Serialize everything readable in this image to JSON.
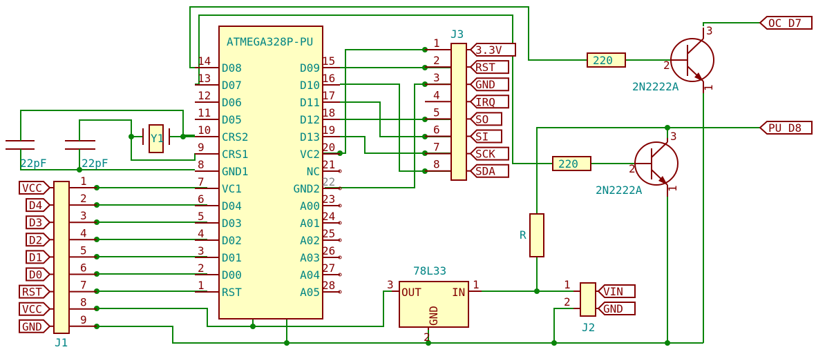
{
  "mcu": {
    "part": "ATMEGA328P-PU",
    "left_pins": [
      {
        "num": "14",
        "name": "D08"
      },
      {
        "num": "13",
        "name": "D07"
      },
      {
        "num": "12",
        "name": "D06"
      },
      {
        "num": "11",
        "name": "D05"
      },
      {
        "num": "10",
        "name": "CRS2"
      },
      {
        "num": "9",
        "name": "CRS1"
      },
      {
        "num": "8",
        "name": "GND1"
      },
      {
        "num": "7",
        "name": "VC1"
      },
      {
        "num": "6",
        "name": "D04"
      },
      {
        "num": "5",
        "name": "D03"
      },
      {
        "num": "4",
        "name": "D02"
      },
      {
        "num": "3",
        "name": "D01"
      },
      {
        "num": "2",
        "name": "D00"
      },
      {
        "num": "1",
        "name": "RST"
      }
    ],
    "right_pins": [
      {
        "num": "15",
        "name": "D09"
      },
      {
        "num": "16",
        "name": "D10"
      },
      {
        "num": "17",
        "name": "D11"
      },
      {
        "num": "18",
        "name": "D12"
      },
      {
        "num": "19",
        "name": "D13"
      },
      {
        "num": "20",
        "name": "VC2"
      },
      {
        "num": "21",
        "name": "NC"
      },
      {
        "num": "22",
        "name": "GND2"
      },
      {
        "num": "23",
        "name": "A00"
      },
      {
        "num": "24",
        "name": "A01"
      },
      {
        "num": "25",
        "name": "A02"
      },
      {
        "num": "26",
        "name": "A03"
      },
      {
        "num": "27",
        "name": "A04"
      },
      {
        "num": "28",
        "name": "A05"
      }
    ]
  },
  "j1": {
    "ref": "J1",
    "pin_nums": [
      "1",
      "2",
      "3",
      "4",
      "5",
      "6",
      "7",
      "8",
      "9"
    ],
    "labels": [
      "VCC",
      "D4",
      "D3",
      "D2",
      "D1",
      "D0",
      "RST",
      "VCC",
      "GND"
    ]
  },
  "j3": {
    "ref": "J3",
    "pin_nums": [
      "1",
      "2",
      "3",
      "4",
      "5",
      "6",
      "7",
      "8"
    ],
    "labels": [
      "3.3V",
      "RST",
      "GND",
      "IRQ",
      "SO",
      "SI",
      "SCK",
      "SDA"
    ]
  },
  "j2": {
    "ref": "J2",
    "pin_nums": [
      "1",
      "2"
    ],
    "labels": [
      "VIN",
      "GND"
    ]
  },
  "caps": [
    {
      "value": "22pF"
    },
    {
      "value": "22pF"
    }
  ],
  "crystal": {
    "ref": "Y1"
  },
  "regulator": {
    "part": "78L33",
    "out": "OUT",
    "in": "IN",
    "gnd": "GND",
    "pin_out": "3",
    "pin_in": "1",
    "pin_gnd": "2"
  },
  "q1": {
    "part": "2N2222A",
    "resistor": "220",
    "pin_b": "2",
    "pin_c": "3",
    "pin_e": "1"
  },
  "q2": {
    "part": "2N2222A",
    "resistor": "220",
    "pin_b": "2",
    "pin_c": "3",
    "pin_e": "1"
  },
  "r_pullup": {
    "ref": "R"
  },
  "net_labels": {
    "oc_d7": "OC_D7",
    "pu_d8": "PU_D8"
  },
  "colors": {
    "wire": "#098409",
    "symbol": "#840000",
    "body": "#ffffc2",
    "ref": "#008484"
  }
}
